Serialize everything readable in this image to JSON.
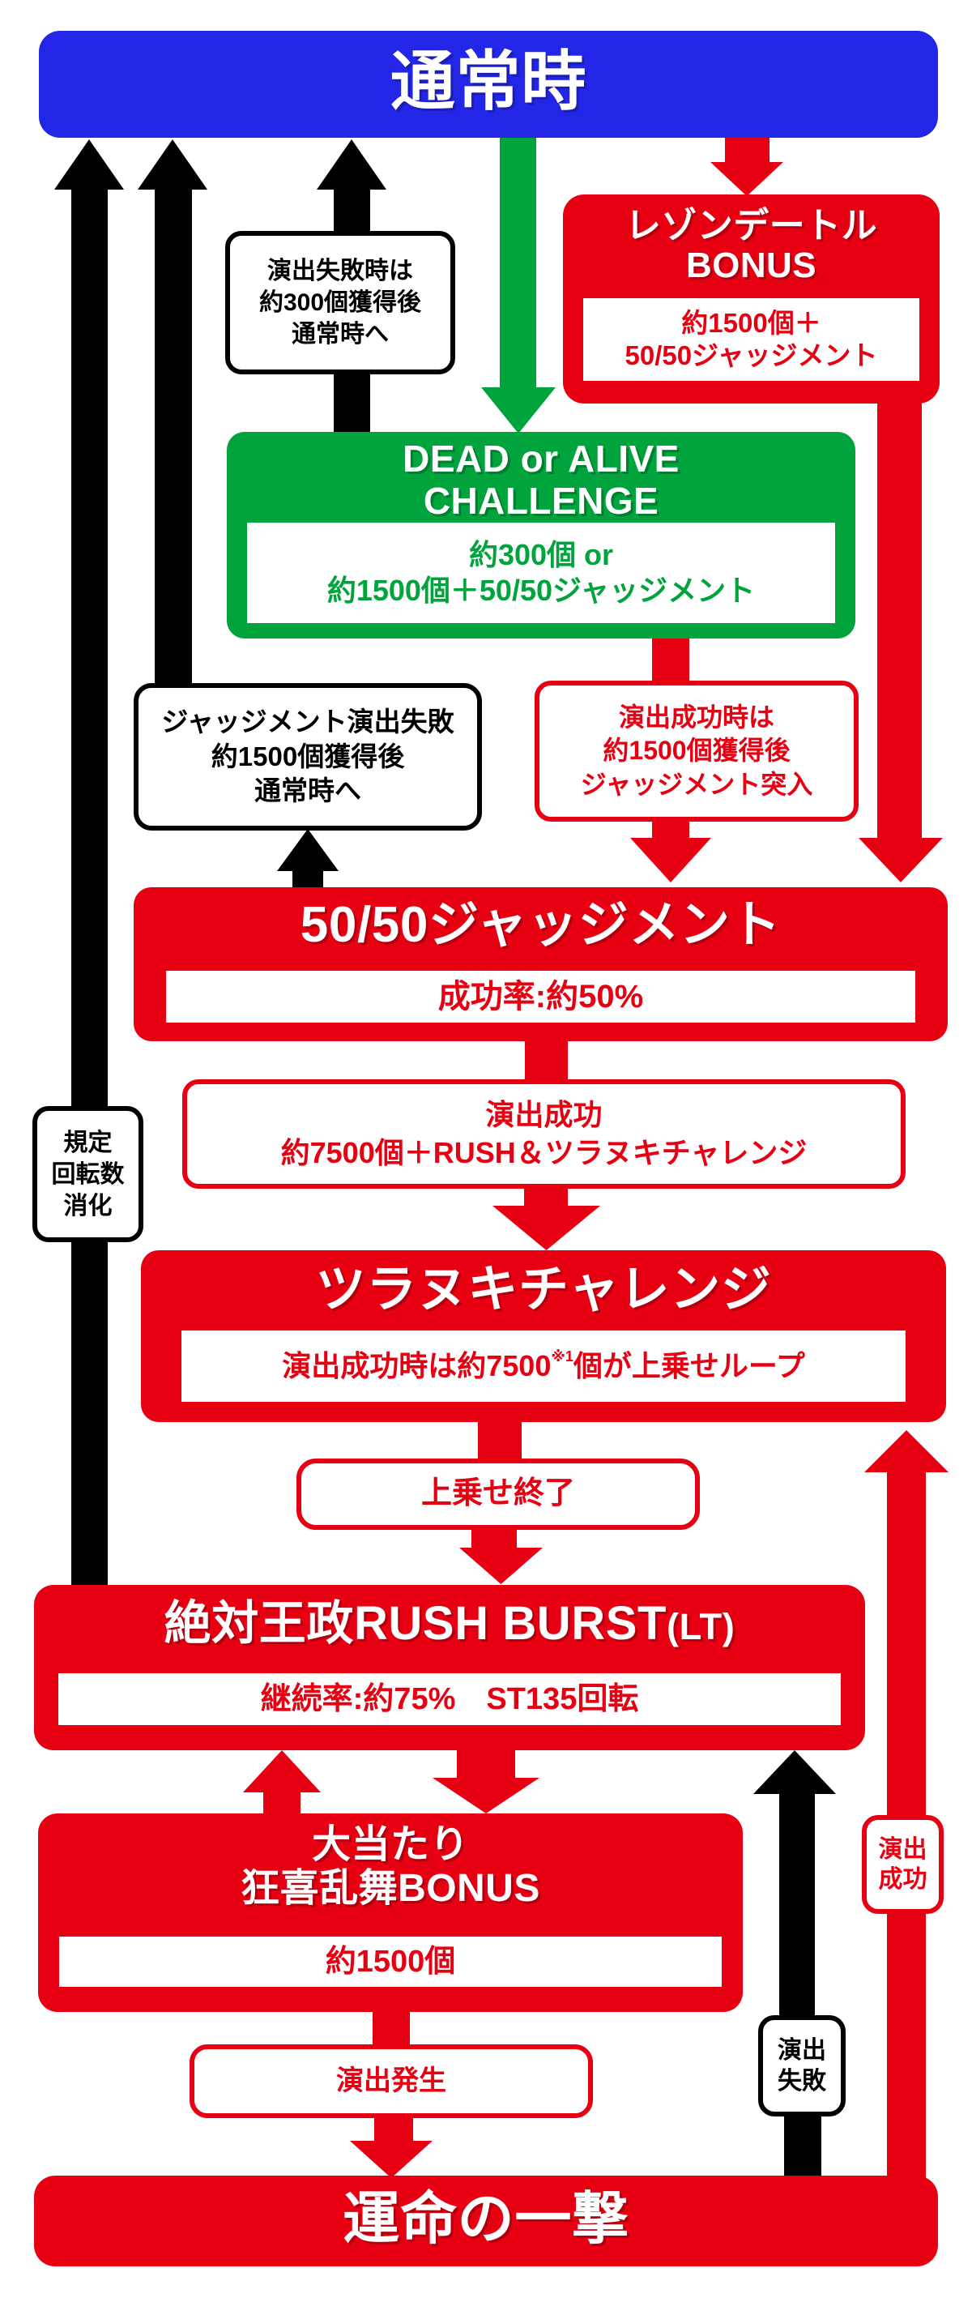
{
  "colors": {
    "blue": "#2326e6",
    "red": "#e60012",
    "green": "#00a33c",
    "black": "#000000"
  },
  "boxes": {
    "normal": {
      "title": "通常時"
    },
    "raison": {
      "title_line1": "レゾンデートル",
      "title_line2": "BONUS",
      "detail_line1": "約1500個＋",
      "detail_line2": "50/50ジャッジメント"
    },
    "fail300": {
      "line1": "演出失敗時は",
      "line2": "約300個獲得後",
      "line3": "通常時へ"
    },
    "doa": {
      "title_line1": "DEAD or ALIVE",
      "title_line2": "CHALLENGE",
      "detail_line1": "約300個 or",
      "detail_line2": "約1500個＋50/50ジャッジメント"
    },
    "judge_fail": {
      "line1": "ジャッジメント演出失敗",
      "line2": "約1500個獲得後",
      "line3": "通常時へ"
    },
    "judge_entry": {
      "line1": "演出成功時は",
      "line2": "約1500個獲得後",
      "line3": "ジャッジメント突入"
    },
    "judge5050": {
      "title": "50/50ジャッジメント",
      "detail": "成功率:約50%"
    },
    "judge_success": {
      "line1": "演出成功",
      "line2": "約7500個＋RUSH＆ツラヌキチャレンジ"
    },
    "tsuranuki": {
      "title": "ツラヌキチャレンジ",
      "detail_pre": "演出成功時は約7500",
      "note_ref": "※1",
      "detail_post": "個が上乗せループ"
    },
    "uwanose_end": {
      "label": "上乗せ終了"
    },
    "rush": {
      "title_main": "絶対王政RUSH BURST",
      "title_suffix": "(LT)",
      "detail": "継続率:約75%　ST135回転"
    },
    "ooatari": {
      "title_line1": "大当たり",
      "title_line2": "狂喜乱舞BONUS",
      "detail": "約1500個"
    },
    "hassei": {
      "label": "演出発生"
    },
    "unmei": {
      "title": "運命の一撃"
    },
    "kitei": {
      "line1": "規定",
      "line2": "回転数",
      "line3": "消化"
    },
    "seikou": {
      "line1": "演出",
      "line2": "成功"
    },
    "shippai": {
      "line1": "演出",
      "line2": "失敗"
    }
  }
}
